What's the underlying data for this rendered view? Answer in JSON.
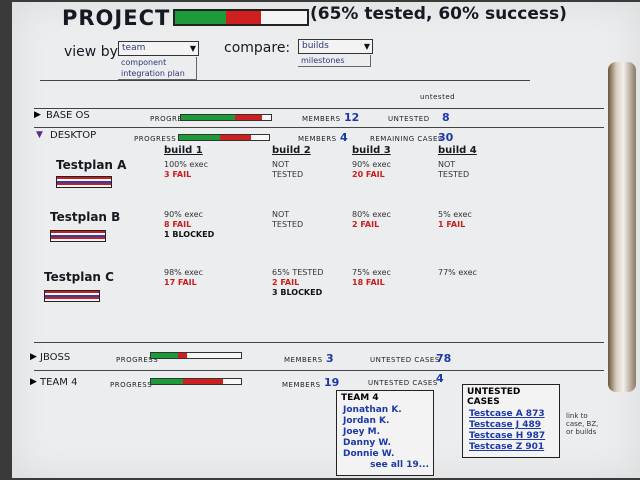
{
  "header": {
    "title": "PROJECT",
    "summary": "(65% tested, 60% success)",
    "progress": {
      "tested": 0.65,
      "success": 0.6
    }
  },
  "controls": {
    "view_by_label": "view by:",
    "view_by_value": "team",
    "view_by_options": [
      "component",
      "integration plan"
    ],
    "compare_label": "compare:",
    "compare_value": "builds",
    "compare_options": [
      "milestones"
    ]
  },
  "groups": [
    {
      "name": "BASE OS",
      "progress_label": "PROGRESS",
      "members_label": "MEMBERS",
      "members": "12",
      "remaining_label": "UNTESTED",
      "remaining": "8",
      "progress": {
        "pass": 0.6,
        "fail": 0.3
      }
    },
    {
      "name": "DESKTOP",
      "progress_label": "PROGRESS",
      "members_label": "MEMBERS",
      "members": "4",
      "remaining_label": "REMAINING CASES",
      "remaining": "30",
      "progress": {
        "pass": 0.45,
        "fail": 0.35
      }
    },
    {
      "name": "JBOSS",
      "progress_label": "PROGRESS",
      "members_label": "MEMBERS",
      "members": "3",
      "remaining_label": "UNTESTED CASES",
      "remaining": "78",
      "progress": {
        "pass": 0.3,
        "fail": 0.1
      }
    },
    {
      "name": "TEAM 4",
      "progress_label": "PROGRESS",
      "members_label": "MEMBERS",
      "members": "19",
      "remaining_label": "UNTESTED CASES",
      "remaining": "4",
      "progress": {
        "pass": 0.35,
        "fail": 0.45
      }
    }
  ],
  "builds": [
    "build 1",
    "build 2",
    "build 3",
    "build 4"
  ],
  "testplans": [
    {
      "name": "Testplan A",
      "cells": [
        {
          "lines": [
            "100% exec"
          ],
          "fail": "3 FAIL",
          "blocked": ""
        },
        {
          "lines": [
            "NOT",
            "TESTED"
          ],
          "fail": "",
          "blocked": ""
        },
        {
          "lines": [
            "90% exec"
          ],
          "fail": "20 FAIL",
          "blocked": ""
        },
        {
          "lines": [
            "NOT",
            "TESTED"
          ],
          "fail": "",
          "blocked": ""
        }
      ]
    },
    {
      "name": "Testplan B",
      "cells": [
        {
          "lines": [
            "90% exec"
          ],
          "fail": "8 FAIL",
          "blocked": "1 BLOCKED"
        },
        {
          "lines": [
            "NOT",
            "TESTED"
          ],
          "fail": "",
          "blocked": ""
        },
        {
          "lines": [
            "80% exec"
          ],
          "fail": "2 FAIL",
          "blocked": ""
        },
        {
          "lines": [
            "5% exec"
          ],
          "fail": "1 FAIL",
          "blocked": ""
        }
      ]
    },
    {
      "name": "Testplan C",
      "cells": [
        {
          "lines": [
            "98% exec"
          ],
          "fail": "17 FAIL",
          "blocked": ""
        },
        {
          "lines": [
            "65% TESTED"
          ],
          "fail": "2 FAIL",
          "blocked": "3 BLOCKED"
        },
        {
          "lines": [
            "75% exec"
          ],
          "fail": "18 FAIL",
          "blocked": ""
        },
        {
          "lines": [
            "77% exec"
          ],
          "fail": "",
          "blocked": ""
        }
      ]
    }
  ],
  "team_popup": {
    "title": "TEAM 4",
    "members": [
      "Jonathan K.",
      "Jordan K.",
      "Joey M.",
      "Danny W.",
      "Donnie W."
    ],
    "see_all": "see all 19..."
  },
  "untested_popup": {
    "title": "UNTESTED CASES",
    "cases": [
      "Testcase A 873",
      "Testcase J 489",
      "Testcase H 987",
      "Testcase Z 901"
    ]
  },
  "note": "link to case, BZ, or builds",
  "annotation": "untested",
  "colors": {
    "pass": "#1d9a3a",
    "fail": "#cf1f1f",
    "link": "#1b3aa8"
  }
}
